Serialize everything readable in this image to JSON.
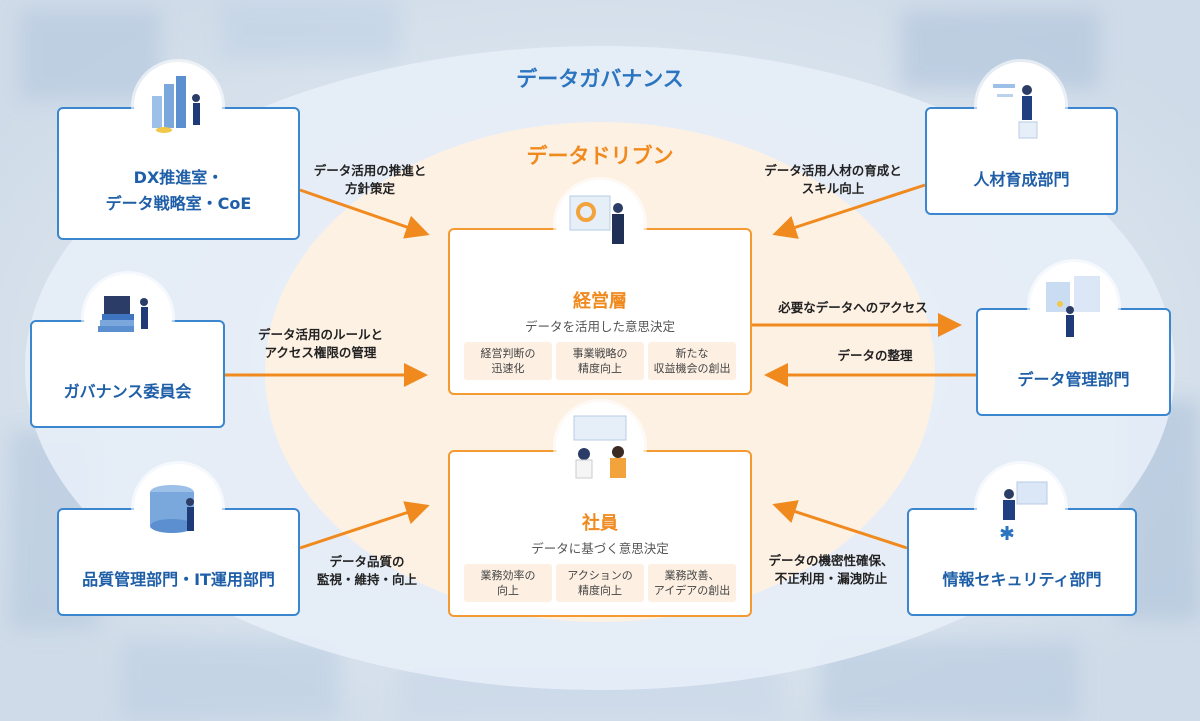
{
  "outer_label": "データガバナンス",
  "inner_label": "データドリブン",
  "departments": {
    "dx": "DX推進室・\nデータ戦略室・CoE",
    "hr": "人材育成部門",
    "governance": "ガバナンス委員会",
    "data_mgmt": "データ管理部門",
    "quality_it": "品質管理部門・IT運用部門",
    "security": "情報セキュリティ部門"
  },
  "executive": {
    "title": "経営層",
    "subtitle": "データを活用した意思決定",
    "items": [
      "経営判断の\n迅速化",
      "事業戦略の\n精度向上",
      "新たな\n収益機会の創出"
    ]
  },
  "employees": {
    "title": "社員",
    "subtitle": "データに基づく意思決定",
    "items": [
      "業務効率の\n向上",
      "アクションの\n精度向上",
      "業務改善、\nアイデアの創出"
    ]
  },
  "arrow_labels": {
    "dx": "データ活用の推進と\n方針策定",
    "hr": "データ活用人材の育成と\nスキル向上",
    "governance": "データ活用のルールと\nアクセス権限の管理",
    "access": "必要なデータへのアクセス",
    "organize": "データの整理",
    "quality": "データ品質の\n監視・維持・向上",
    "security": "データの機密性確保、\n不正利用・漏洩防止"
  },
  "colors": {
    "governance_blue": "#2a74c0",
    "driven_orange": "#f08a1e",
    "arrow_orange": "#f08a1e"
  }
}
